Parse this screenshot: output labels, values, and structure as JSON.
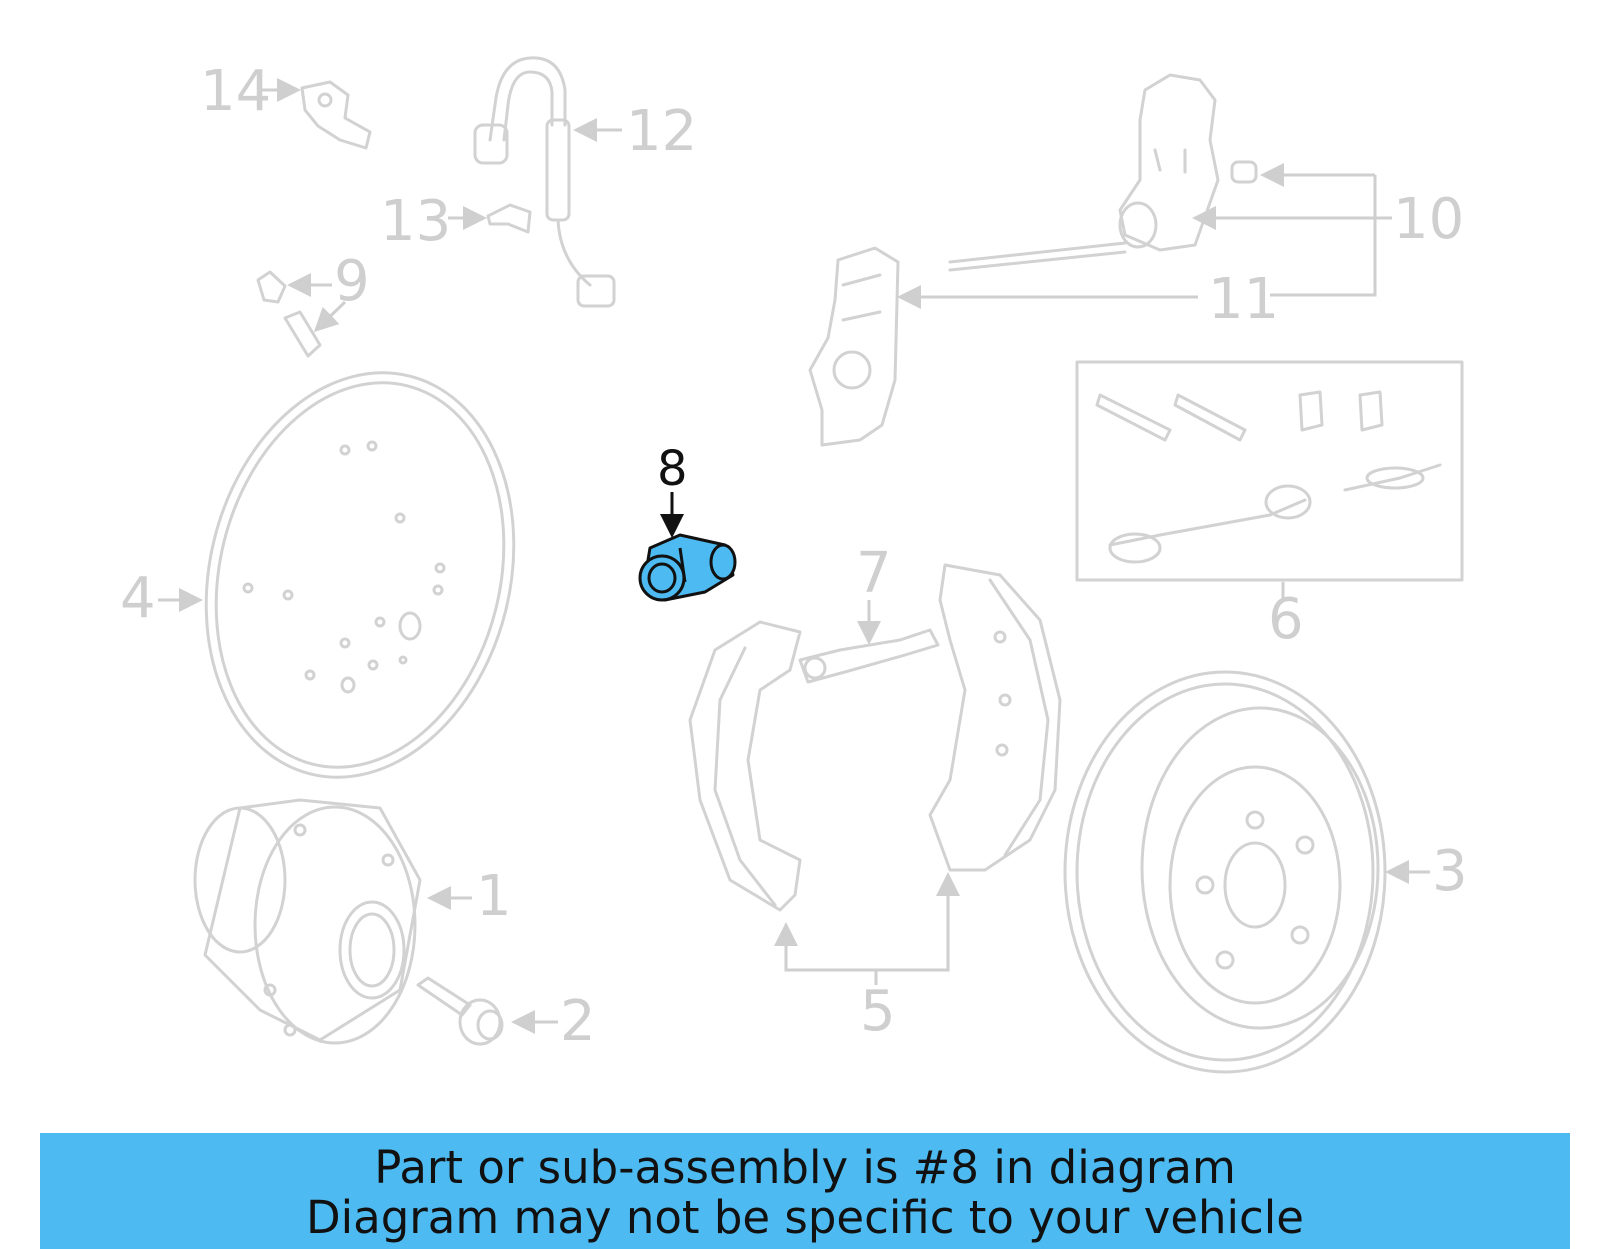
{
  "callouts": {
    "c1": "1",
    "c2": "2",
    "c3": "3",
    "c4": "4",
    "c5": "5",
    "c6": "6",
    "c7": "7",
    "c8": "8",
    "c9": "9",
    "c10": "10",
    "c11": "11",
    "c12": "12",
    "c13": "13",
    "c14": "14"
  },
  "highlight": {
    "part_number": "8",
    "color": "#4dbbf2"
  },
  "banner": {
    "line1": "Part or sub-assembly is #8 in diagram",
    "line2": "Diagram may not be specific to your vehicle",
    "background": "#4dbbf2"
  }
}
